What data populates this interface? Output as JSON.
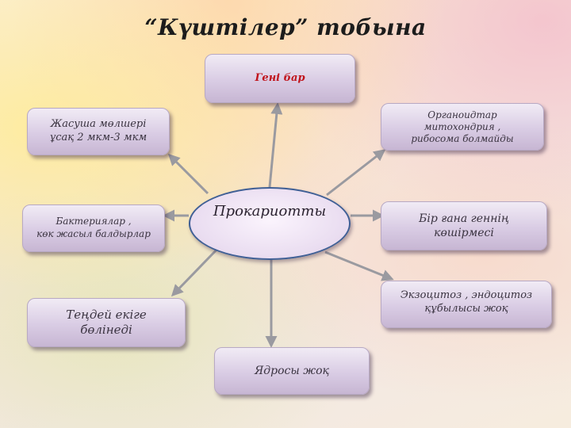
{
  "title": "“Күштілер” тобына",
  "center": "Прокариотты",
  "boxes": {
    "gene": "Гені бар",
    "size_line1": "Жасуша мөлшері",
    "size_line2": "ұсақ 2 мкм-3 мкм",
    "organelles_line1": "Органоидтар",
    "organelles_line2": "митохондрия ,",
    "organelles_line3": "рибосома болмайды",
    "bacteria_line1": "Бактериялар ,",
    "bacteria_line2": "көк жасыл балдырлар",
    "copy_line1": "Бір ғана геннің",
    "copy_line2": "көшірмесі",
    "exo_line1": "Экзоцитоз , эндоцитоз",
    "exo_line2": "құбылысы жоқ",
    "divide_line1": "Теңдей екіге",
    "divide_line2": "бөлінеді",
    "nucleus": "Ядросы жоқ"
  },
  "colors": {
    "arrow": "#9a9aa0",
    "gene_text": "#c0141b",
    "ellipse_border": "#3f5f95"
  }
}
